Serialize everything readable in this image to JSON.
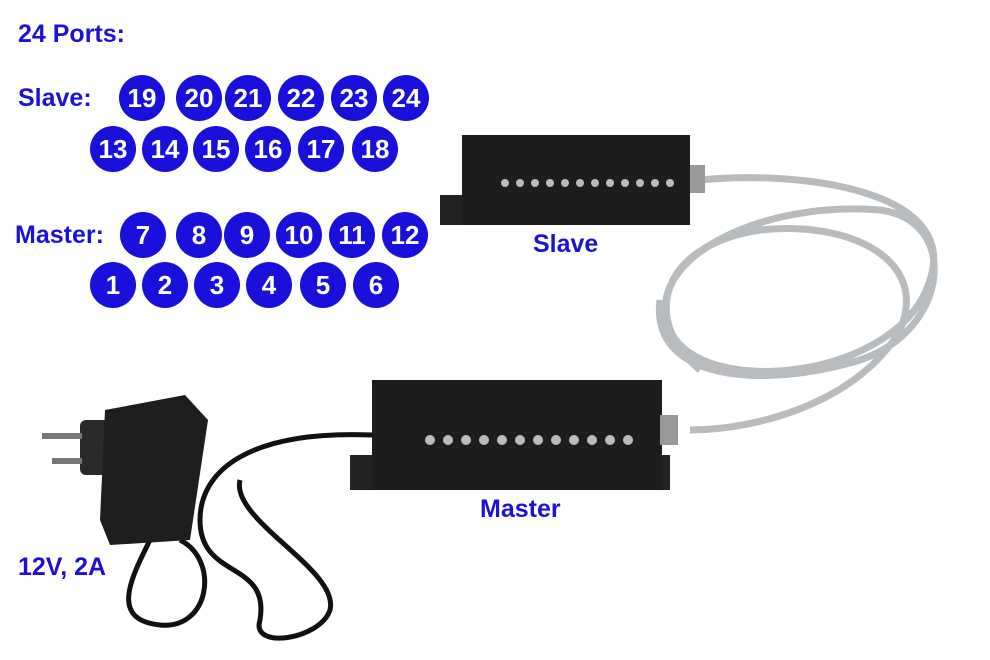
{
  "title": "24 Ports:",
  "slave_label": "Slave:",
  "master_label": "Master:",
  "slave_ports_top": [
    "19",
    "20",
    "21",
    "22",
    "23",
    "24"
  ],
  "slave_ports_bottom": [
    "13",
    "14",
    "15",
    "16",
    "17",
    "18"
  ],
  "master_ports_top": [
    "7",
    "8",
    "9",
    "10",
    "11",
    "12"
  ],
  "master_ports_bottom": [
    "1",
    "2",
    "3",
    "4",
    "5",
    "6"
  ],
  "device_slave_caption": "Slave",
  "device_master_caption": "Master",
  "power_caption": "12V, 2A",
  "accent_color": "#1a10dc"
}
